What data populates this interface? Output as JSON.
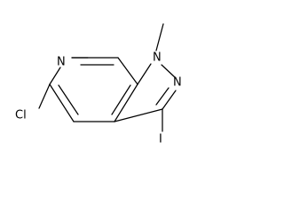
{
  "molecule": {
    "atoms": {
      "pyridine_nitrogen": "N",
      "n1_nitrogen": "N",
      "n2_nitrogen": "N",
      "chlorine": "Cl",
      "iodine": "I"
    }
  }
}
